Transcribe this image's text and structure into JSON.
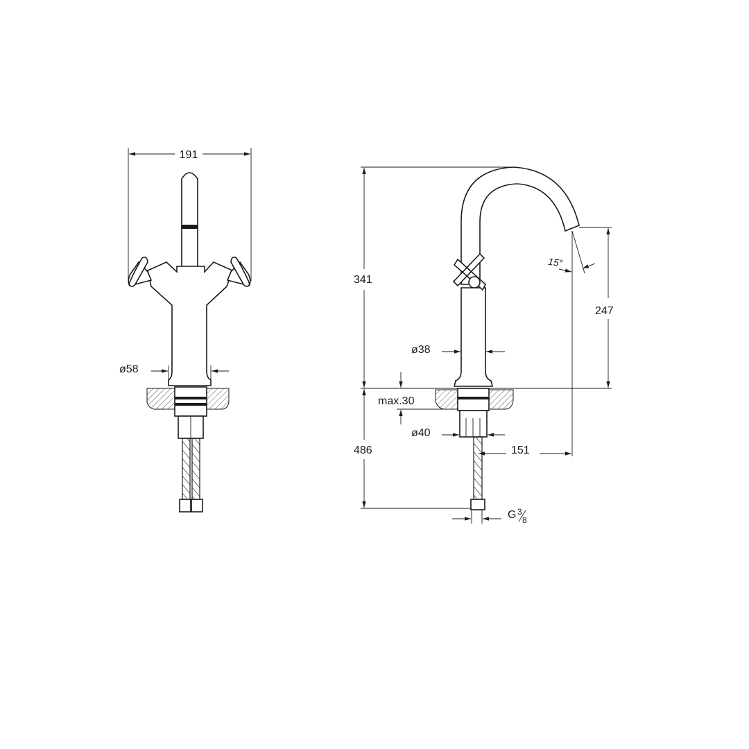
{
  "front_view": {
    "width_dim": "191",
    "base_diameter": "ø58"
  },
  "side_view": {
    "height_dim": "341",
    "below_counter_dim": "486",
    "spout_height_dim": "247",
    "spout_angle": "15°",
    "stem_diameter": "ø38",
    "max_counter_thickness": "max.30",
    "nut_diameter": "ø40",
    "spout_reach_dim": "151",
    "connection_thread": "G",
    "connection_thread_num": "3",
    "connection_thread_den": "8"
  }
}
